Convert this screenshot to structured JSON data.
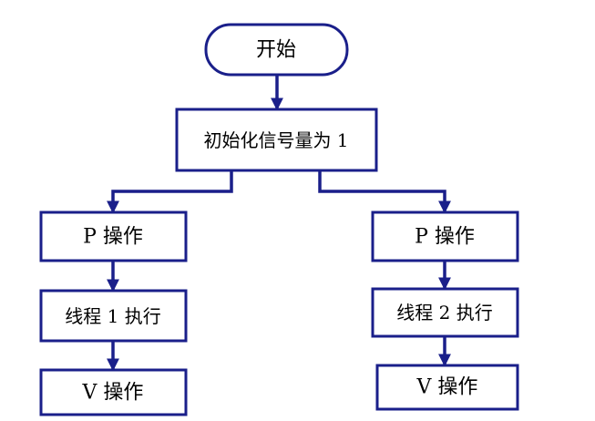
{
  "colors": {
    "stroke": "#1a1f8a",
    "fill": "#ffffff",
    "text": "#000000"
  },
  "nodes": {
    "start": "开始",
    "init": "初始化信号量为 1",
    "p_left": "P 操作",
    "thread1": "线程 1 执行",
    "v_left": "V 操作",
    "p_right": "P 操作",
    "thread2": "线程 2 执行",
    "v_right": "V 操作"
  }
}
